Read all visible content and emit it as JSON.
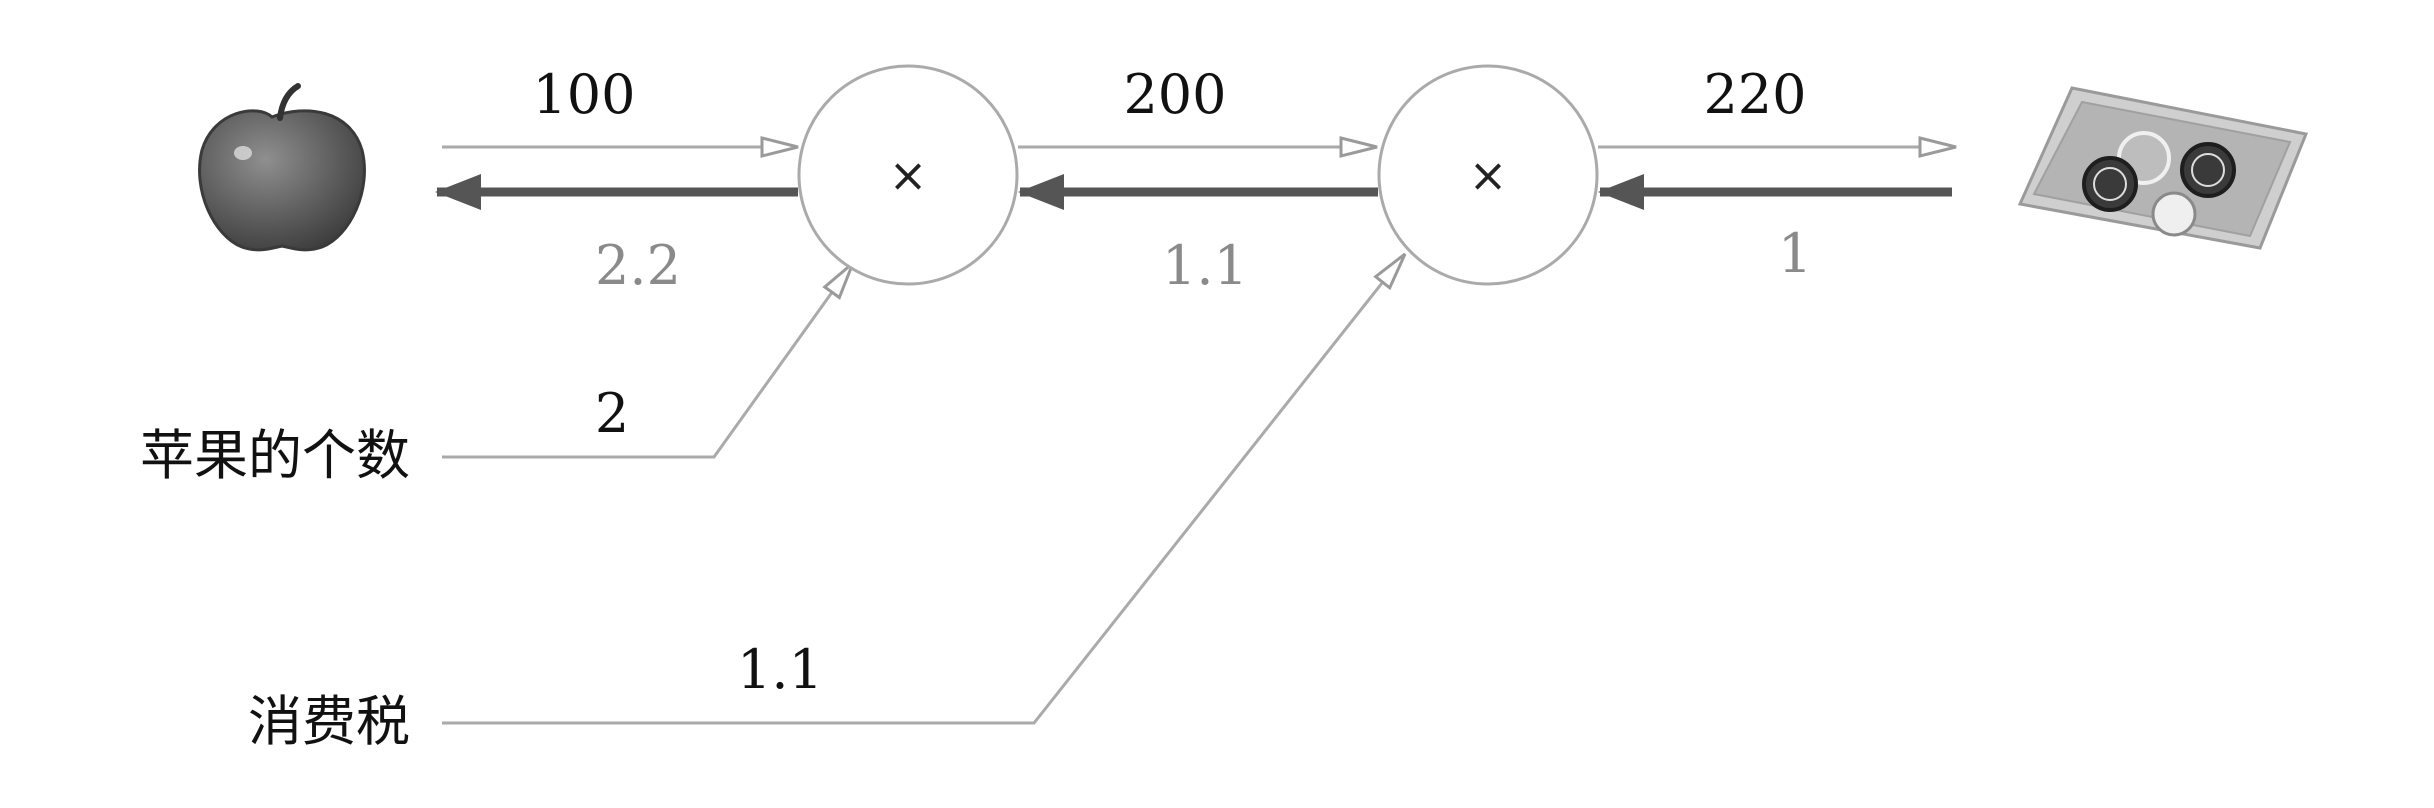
{
  "nodes": [
    {
      "id": "multiply-1",
      "operator": "×"
    },
    {
      "id": "multiply-2",
      "operator": "×"
    }
  ],
  "forward_values": {
    "apple_price": "100",
    "subtotal": "200",
    "total": "220",
    "apple_count": "2",
    "tax": "1.1"
  },
  "backward_values": {
    "d_apple_price": "2.2",
    "d_subtotal": "1.1",
    "d_total": "1"
  },
  "inputs": {
    "apple_count_label": "苹果的个数",
    "tax_label": "消费税"
  },
  "icons": {
    "apple": "apple-icon",
    "payment": "coin-tray-icon"
  },
  "colors": {
    "forward_line": "#aaaaaa",
    "backward_arrow": "#555555",
    "gradient_text": "#8a8a8a"
  }
}
